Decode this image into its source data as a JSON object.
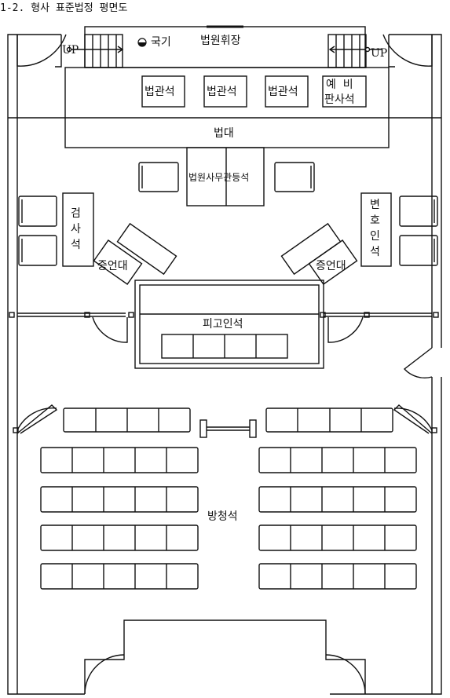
{
  "caption": "1-2. 형사 표준법정 평면도",
  "labels": {
    "judge_chamber": "법원휘장",
    "flag": "국기",
    "up_left": "UP",
    "up_right": "UP",
    "judge_seat_1": "법관석",
    "judge_seat_2": "법관석",
    "judge_seat_3": "법관석",
    "reserve_judge_1": "예  비",
    "reserve_judge_2": "판사석",
    "bench": "법대",
    "clerk_seat": "법원사무관등석",
    "prosecutor_1": "검",
    "prosecutor_2": "사",
    "prosecutor_3": "석",
    "defense_1": "변",
    "defense_2": "호",
    "defense_3": "인",
    "defense_4": "석",
    "witness_left": "증언대",
    "witness_right": "증언대",
    "defendant_seat": "피고인석",
    "gallery": "방청석"
  }
}
